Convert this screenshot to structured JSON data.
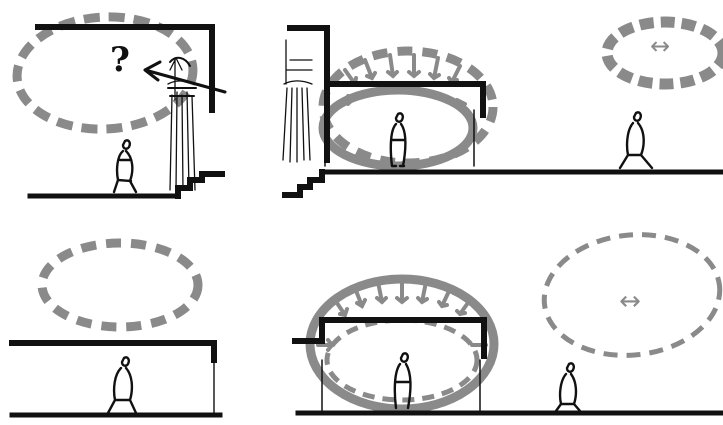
{
  "colors": {
    "ink": "#111111",
    "space_gray": "#8a8a8a",
    "paper": "#ffffff"
  },
  "panels": [
    {
      "id": "top-left",
      "annotation": "?",
      "arrow_direction": "left",
      "space": "dashed-bubble",
      "figure": "person-walking"
    },
    {
      "id": "top-middle",
      "space": "bubble-with-inward-arrows",
      "figure": "person-standing"
    },
    {
      "id": "top-right",
      "annotation": "↔",
      "space": "dashed-bubble",
      "figure": "person-walking"
    },
    {
      "id": "bottom-left",
      "space": "dashed-bubble",
      "figure": "person-walking"
    },
    {
      "id": "bottom-middle",
      "space": "bubble-with-inward-arrows",
      "figure": "person-standing"
    },
    {
      "id": "bottom-right",
      "annotation": "↔",
      "space": "dashed-bubble",
      "figure": "person-walking"
    }
  ]
}
